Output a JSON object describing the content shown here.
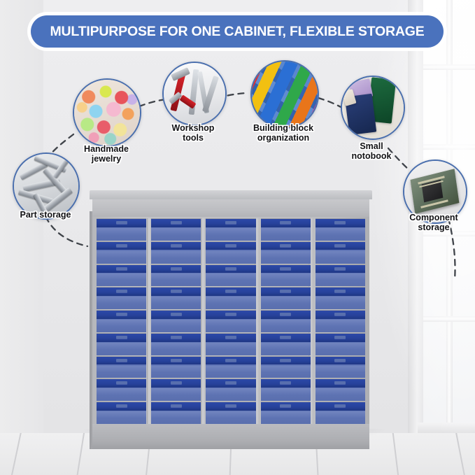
{
  "banner": {
    "title": "MULTIPURPOSE FOR ONE CABINET, FLEXIBLE STORAGE",
    "background_color": "#4a72bd",
    "text_color": "#ffffff"
  },
  "callouts": [
    {
      "id": "part-storage",
      "label": "Part storage",
      "icon": "screws-icon"
    },
    {
      "id": "handmade-jewelry",
      "label": "Handmade\njewelry",
      "label_line1": "Handmade",
      "label_line2": "jewelry",
      "icon": "beads-icon"
    },
    {
      "id": "workshop-tools",
      "label": "Workshop\ntools",
      "label_line1": "Workshop",
      "label_line2": "tools",
      "icon": "tools-icon"
    },
    {
      "id": "building-block",
      "label": "Building block\norganization",
      "label_line1": "Building block",
      "label_line2": "organization",
      "icon": "lego-blocks-icon"
    },
    {
      "id": "small-notobook",
      "label": "Small\nnotobook",
      "label_line1": "Small",
      "label_line2": "notobook",
      "icon": "notebooks-icon"
    },
    {
      "id": "component-storage",
      "label": "Component\nstorage",
      "label_line1": "Component",
      "label_line2": "storage",
      "icon": "circuit-board-icon"
    }
  ],
  "product": {
    "name": "multi-drawer-storage-cabinet",
    "columns": 5,
    "rows_per_column": 9,
    "total_drawers": 45,
    "drawer_color": "#2c49a8",
    "drawer_body_color": "#6277b8",
    "cabinet_color": "#bcbdc1"
  },
  "scene": {
    "background": "room-interior",
    "floor": "light-wood-plank-floor",
    "window": "bright-window-right"
  }
}
